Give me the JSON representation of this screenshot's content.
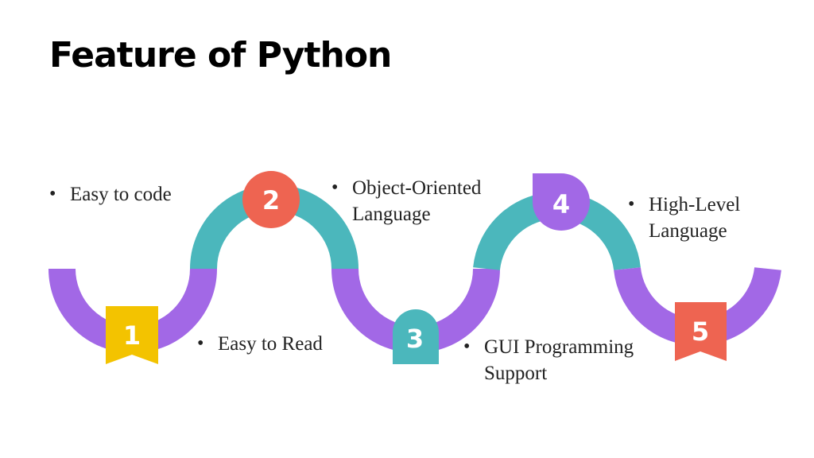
{
  "title": "Feature of Python",
  "colors": {
    "purple": "#A268E6",
    "teal": "#4BB7BC",
    "yellow": "#F3C300",
    "coral": "#EE6451"
  },
  "features": [
    {
      "number": "1",
      "text": "Easy to code"
    },
    {
      "number": "2",
      "text": "Easy to Read"
    },
    {
      "number": "3",
      "text": "Object-Oriented Language"
    },
    {
      "number": "4",
      "text": "GUI Programming Support"
    },
    {
      "number": "5",
      "text": "High-Level Language"
    }
  ]
}
